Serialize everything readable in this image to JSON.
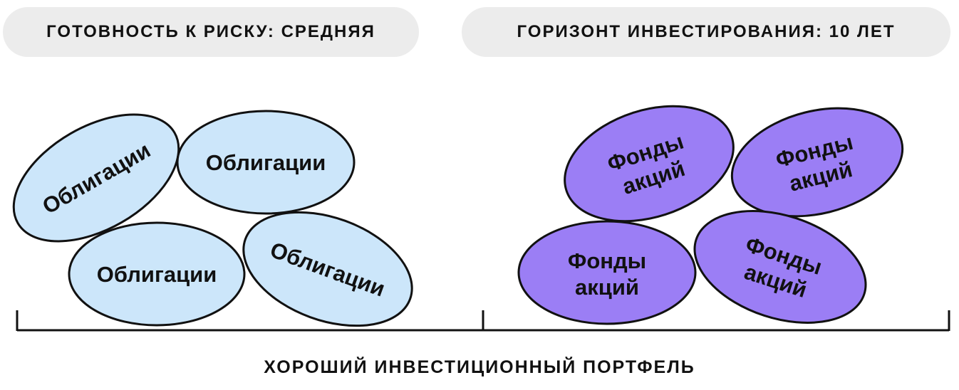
{
  "risk_pill": {
    "label": "ГОТОВНОСТЬ К РИСКУ: СРЕДНЯЯ"
  },
  "horizon_pill": {
    "label": "ГОРИЗОНТ ИНВЕСТИРОВАНИЯ: 10 ЛЕТ"
  },
  "bonds": {
    "label": "Облигации",
    "fill": "#cce6fa",
    "count": 4
  },
  "stock_funds": {
    "line1": "Фонды",
    "line2": "акций",
    "fill": "#9b7ef5",
    "count": 4
  },
  "stroke_color": "#111111",
  "portfolio_label": "ХОРОШИЙ ИНВЕСТИЦИОННЫЙ ПОРТФЕЛЬ"
}
